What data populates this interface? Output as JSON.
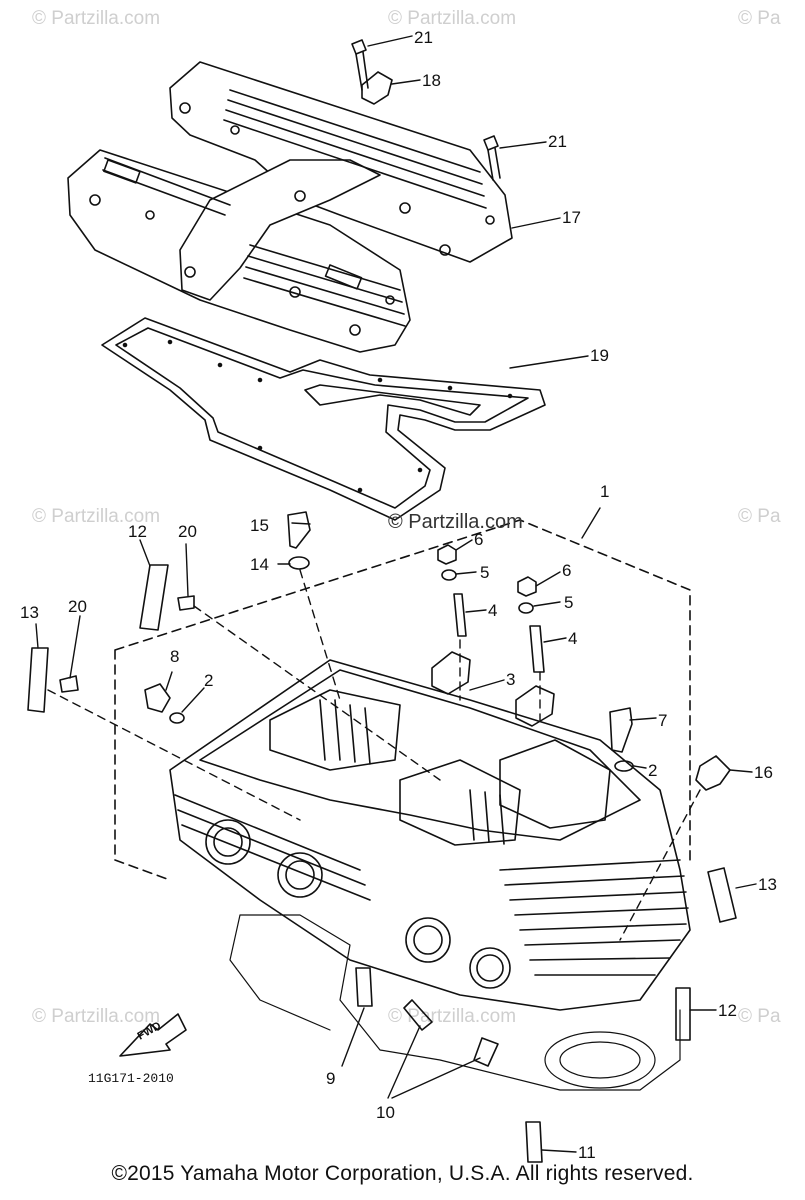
{
  "watermark": "© Partzilla.com",
  "watermark_main": "© Partzilla.com",
  "watermark_partial": "© Pa",
  "ref_code": "11G171-2010",
  "fwd_label": "FWD",
  "copyright": "©2015 Yamaha Motor Corporation, U.S.A. All rights reserved.",
  "callouts": {
    "c1": "1",
    "c2a": "2",
    "c2b": "2",
    "c3": "3",
    "c4a": "4",
    "c4b": "4",
    "c5a": "5",
    "c5b": "5",
    "c6a": "6",
    "c6b": "6",
    "c7": "7",
    "c8": "8",
    "c9": "9",
    "c10": "10",
    "c11": "11",
    "c12a": "12",
    "c12b": "12",
    "c13a": "13",
    "c13b": "13",
    "c14": "14",
    "c15": "15",
    "c16": "16",
    "c17": "17",
    "c18": "18",
    "c19": "19",
    "c20a": "20",
    "c20b": "20",
    "c21a": "21",
    "c21b": "21"
  },
  "colors": {
    "ink": "#111111",
    "watermark": "#cfcfcf",
    "background": "#ffffff"
  }
}
